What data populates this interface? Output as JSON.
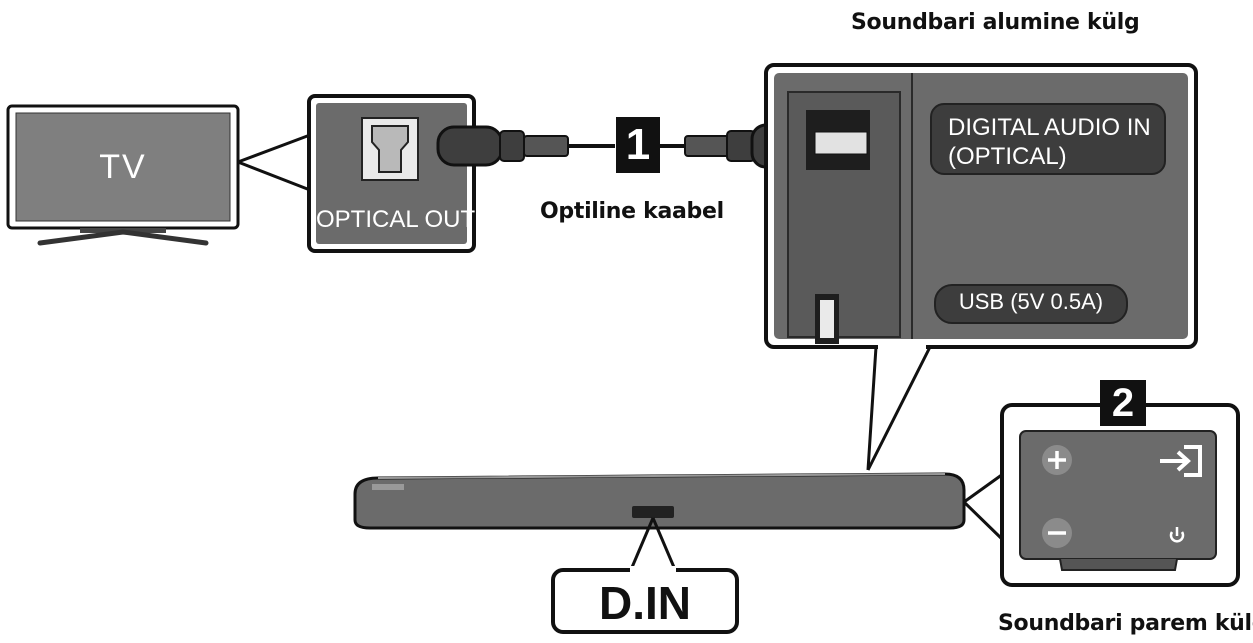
{
  "labels": {
    "bottom_side_caption": "Soundbari alumine külg",
    "right_side_caption": "Soundbari parem külg",
    "tv_label": "TV",
    "optical_out": "OPTICAL OUT",
    "cable_label": "Optiline kaabel",
    "step_1": "1",
    "step_2": "2",
    "digital_audio_in_line1": "DIGITAL AUDIO IN",
    "digital_audio_in_line2": "(OPTICAL)",
    "usb_label": "USB (5V 0.5A)",
    "din_label": "D.IN"
  },
  "icons": {
    "optical_port": "optical-port-icon",
    "plus": "plus-icon",
    "minus": "minus-icon",
    "source": "source-input-icon",
    "power": "power-icon"
  },
  "colors": {
    "panel_gray": "#6b6b6b",
    "dark_gray": "#3d3d3d",
    "line": "#111111",
    "screen_gray": "#8a8a8a"
  }
}
